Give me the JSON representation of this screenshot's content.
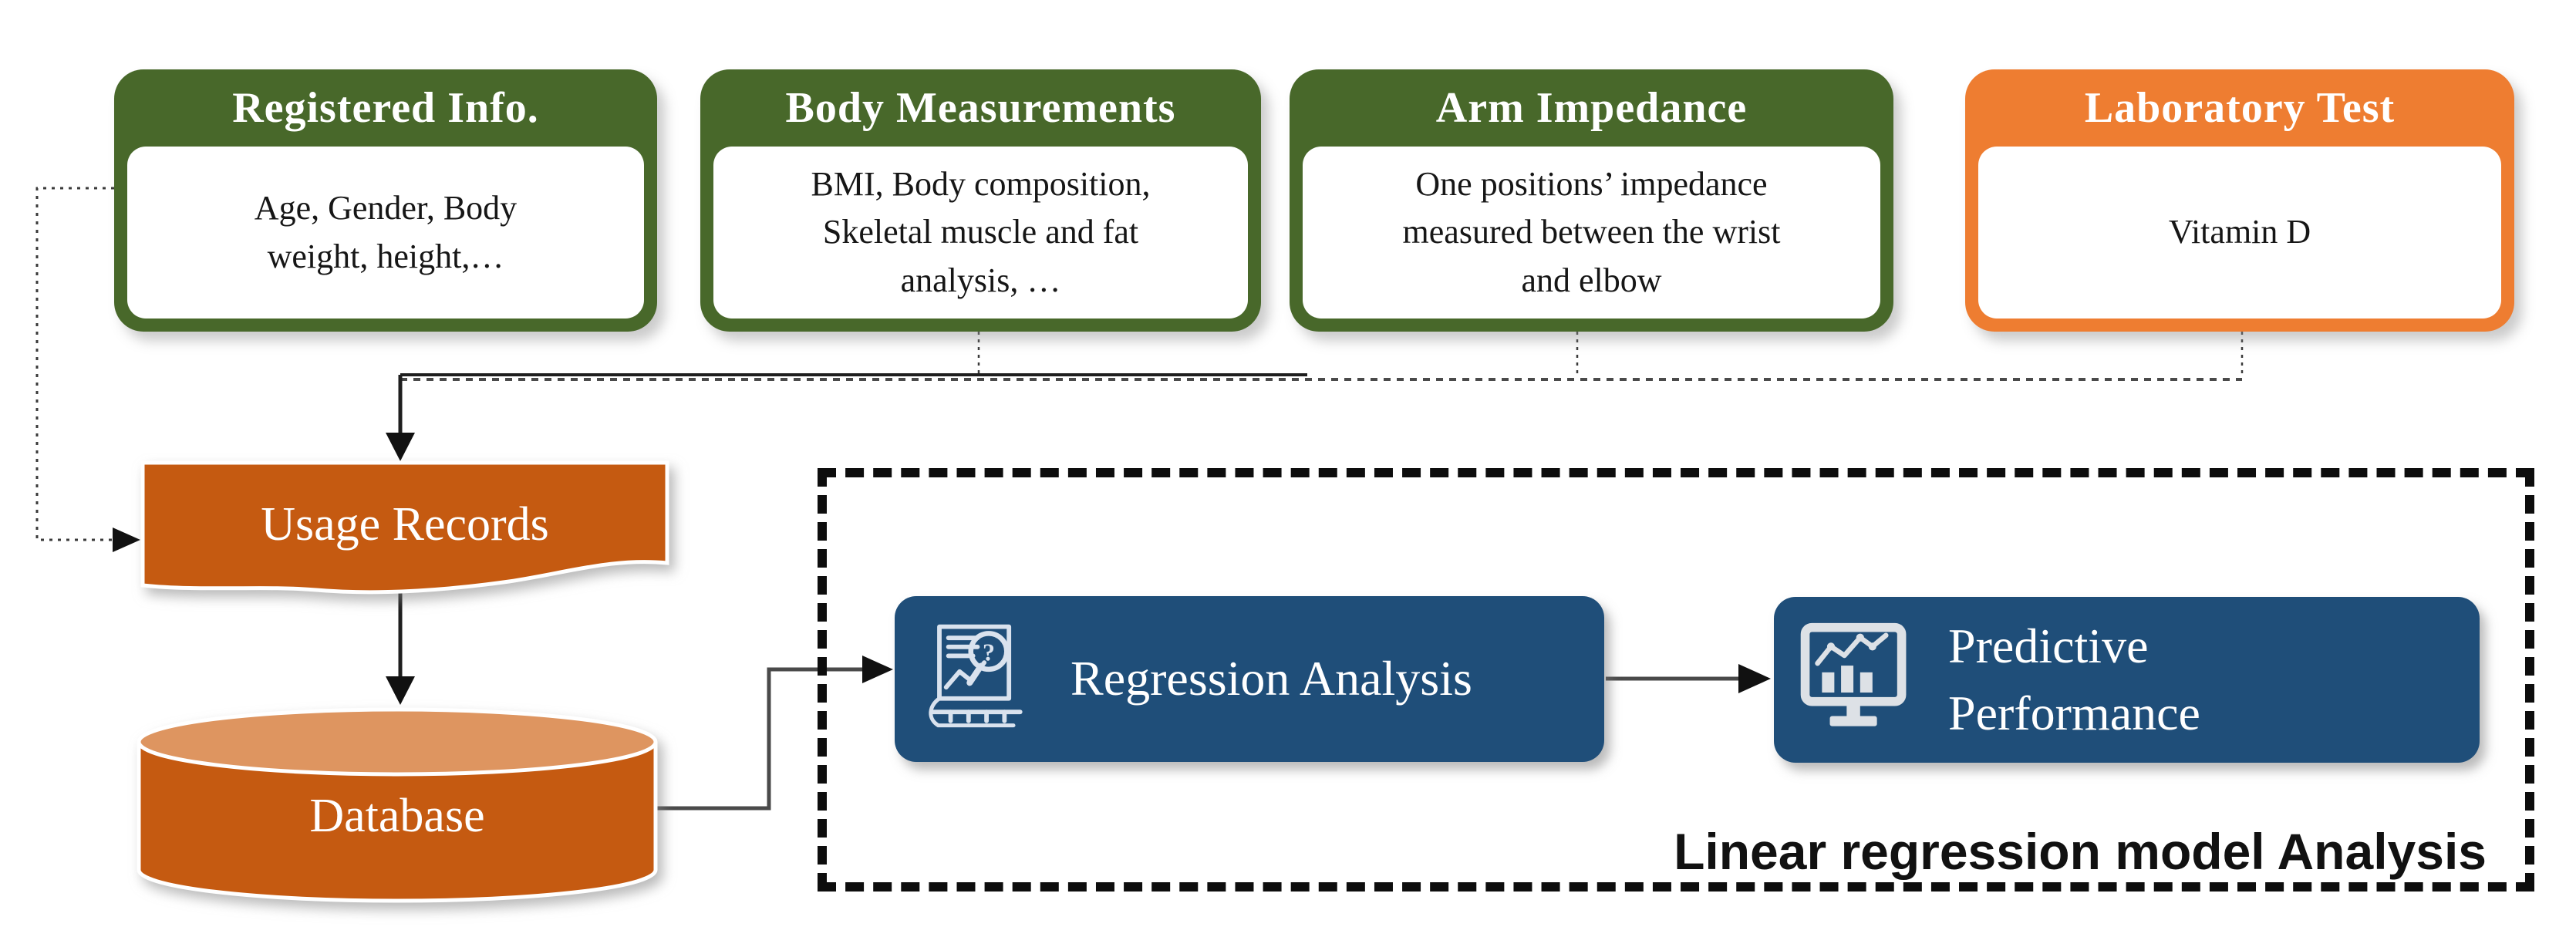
{
  "colors": {
    "green_header": "#48682A",
    "orange_header": "#EE7D31",
    "dark_orange_shape": "#C55A11",
    "cylinder_top": "#DE9560",
    "blue_box": "#1F4E79",
    "connector_dark": "#1a1a1a",
    "connector_gray": "#555555",
    "label_text": "#111111"
  },
  "source_boxes": [
    {
      "header": "Registered Info.",
      "lines": [
        "Age, Gender, Body",
        "weight, height,…"
      ]
    },
    {
      "header": "Body Measurements",
      "lines": [
        "BMI, Body composition,",
        "Skeletal muscle and fat",
        "analysis, …"
      ]
    },
    {
      "header": "Arm Impedance",
      "lines": [
        "One positions’ impedance",
        "measured between the wrist",
        "and elbow"
      ]
    },
    {
      "header": "Laboratory Test",
      "lines": [
        "Vitamin D"
      ]
    }
  ],
  "flow": {
    "usage_records_label": "Usage Records",
    "database_label": "Database",
    "regression_label": "Regression Analysis",
    "predictive_lines": [
      "Predictive",
      "Performance"
    ],
    "group_label": "Linear regression model Analysis"
  },
  "icons": {
    "regression": "scroll-chart-magnifier-icon",
    "predictive": "monitor-chart-icon"
  }
}
